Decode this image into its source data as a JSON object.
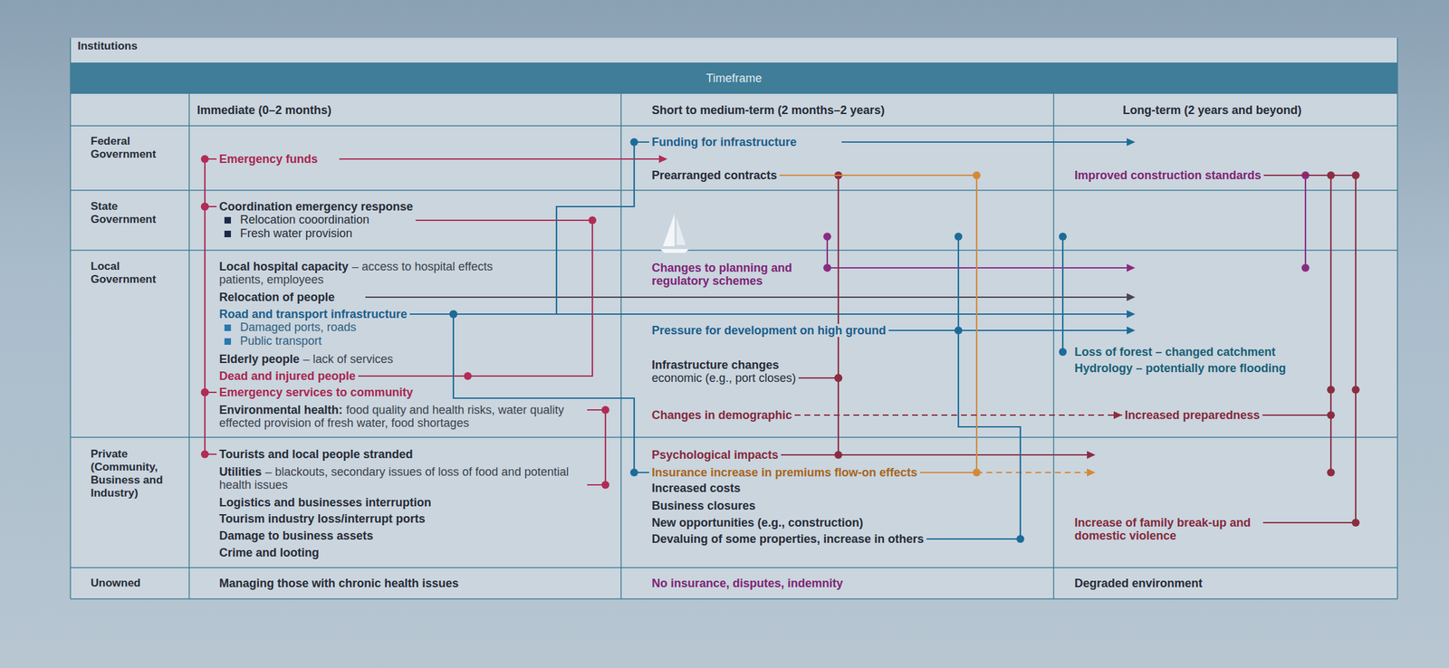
{
  "diagram": {
    "nodes": [
      {
        "text": [
          "Emergency funds"
        ]
      },
      {
        "text": [
          "Funding for infrastructure"
        ]
      },
      {
        "text": [
          "Prearranged contracts"
        ]
      },
      {
        "text": [
          "Improved construction standards"
        ]
      },
      {
        "text": [
          "Coordination emergency response",
          "Relocation cooordination",
          "Fresh water provision"
        ]
      },
      {
        "text": [
          "Local hospital capacity",
          "– access to hospital effects patients, employees"
        ]
      },
      {
        "text": [
          "Relocation of people"
        ]
      },
      {
        "text": [
          "Road and transport infrastructure",
          "Damaged ports, roads",
          "Public transport"
        ]
      },
      {
        "text": [
          "Elderly people",
          "– lack of services"
        ]
      },
      {
        "text": [
          "Dead and injured people"
        ]
      },
      {
        "text": [
          "Emergency services to community"
        ]
      },
      {
        "text": [
          "Environmental health:",
          "food quality and health risks, water quality effected provision of fresh water, food shortages"
        ]
      },
      {
        "text": [
          "Changes to planning and regulatory schemes"
        ]
      },
      {
        "text": [
          "Pressure for development on high ground"
        ]
      },
      {
        "text": [
          "Infrastructure changes",
          "economic (e.g., port closes)"
        ]
      },
      {
        "text": [
          "Changes in demographic"
        ]
      },
      {
        "text": [
          "Loss of forest – changed catchment",
          "Hydrology – potentially more flooding"
        ]
      },
      {
        "text": [
          "Increased preparedness"
        ]
      },
      {
        "text": [
          "Tourists and local people stranded"
        ]
      },
      {
        "text": [
          "Utilities",
          "– blackouts, secondary issues of loss of food and potential health issues"
        ]
      },
      {
        "text": [
          "Logistics and businesses interruption"
        ]
      },
      {
        "text": [
          "Tourism industry loss/interrupt ports"
        ]
      },
      {
        "text": [
          "Damage to business assets"
        ]
      },
      {
        "text": [
          "Crime and looting"
        ]
      },
      {
        "text": [
          "Psychological impacts"
        ]
      },
      {
        "text": [
          "Insurance increase in premiums flow-on effects"
        ]
      },
      {
        "text": [
          "Increased costs"
        ]
      },
      {
        "text": [
          "Business closures"
        ]
      },
      {
        "text": [
          "New opportunities (e.g., construction)"
        ]
      },
      {
        "text": [
          "Devaluing of some properties, increase in others"
        ]
      },
      {
        "text": [
          "Increase of family break-up and domestic violence"
        ]
      },
      {
        "text": [
          "Managing those with chronic health issues"
        ]
      },
      {
        "text": [
          "No insurance, disputes, indemnity"
        ]
      },
      {
        "text": [
          "Degraded environment"
        ]
      }
    ],
    "edges": [
      {
        "from": 0,
        "to": 4,
        "arrow": "none"
      },
      {
        "from": 4,
        "to": 10,
        "arrow": "none"
      },
      {
        "from": 10,
        "to": 18,
        "arrow": "none"
      },
      {
        "from": 9,
        "to": 4,
        "arrow": "none"
      },
      {
        "from": 11,
        "to": 19,
        "arrow": "none"
      },
      {
        "from": 7,
        "to": 1,
        "arrow": "none"
      },
      {
        "from": 7,
        "to": 25,
        "arrow": "none"
      },
      {
        "from": 13,
        "to": 29,
        "arrow": "none"
      },
      {
        "from": 2,
        "to": 14,
        "arrow": "none"
      },
      {
        "from": 14,
        "to": 24,
        "arrow": "none"
      },
      {
        "from": 2,
        "to": 25,
        "arrow": "none"
      },
      {
        "from": 15,
        "to": 17,
        "arrow": "to"
      },
      {
        "from": 3,
        "to": 17,
        "arrow": "none"
      },
      {
        "from": 3,
        "to": 30,
        "arrow": "none"
      }
    ],
    "labels": [
      "Institutions",
      "Timeframe",
      "Immediate (0–2 months)",
      "Short to medium-term (2 months–2 years)",
      "Long-term (2 years and beyond)",
      "Federal Government",
      "State Government",
      "Local Government",
      "Private (Community, Business and Industry)",
      "Unowned"
    ]
  }
}
